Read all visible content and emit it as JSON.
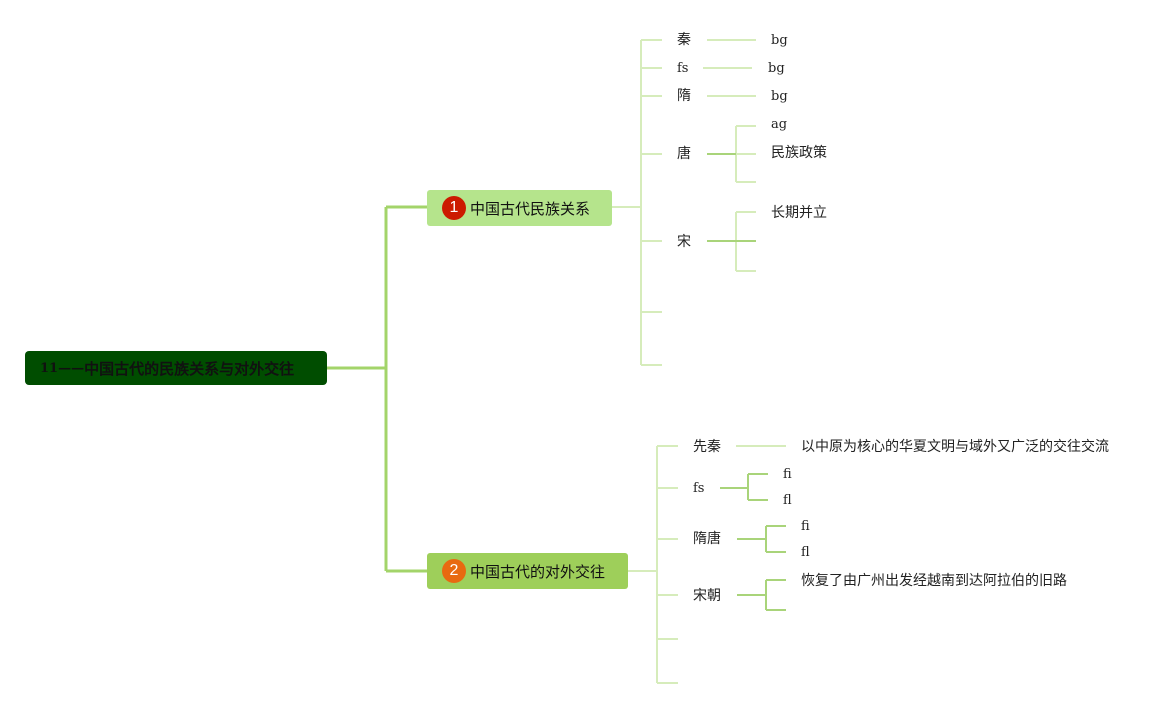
{
  "root": {
    "number": "11",
    "dash": "——",
    "title": "中国古代的民族关系与对外交往"
  },
  "branches": [
    {
      "badge": "1",
      "label": "中国古代民族关系",
      "children": [
        {
          "label": "秦",
          "leaves": [
            "bg"
          ]
        },
        {
          "label": "fs",
          "leaves": [
            "bg"
          ]
        },
        {
          "label": "隋",
          "leaves": [
            "bg"
          ]
        },
        {
          "label": "唐",
          "leaves": [
            "ag",
            "民族政策",
            ""
          ]
        },
        {
          "label": "宋",
          "leaves": [
            "长期并立",
            "",
            ""
          ]
        },
        {
          "label": "",
          "leaves": []
        },
        {
          "label": "",
          "leaves": []
        }
      ]
    },
    {
      "badge": "2",
      "label": "中国古代的对外交往",
      "children": [
        {
          "label": "先秦",
          "leaves": [
            "以中原为核心的华夏文明与域外又广泛的交往交流"
          ]
        },
        {
          "label": "fs",
          "leaves": [
            "fi",
            "fl"
          ]
        },
        {
          "label": "隋唐",
          "leaves": [
            "fi",
            "fl"
          ]
        },
        {
          "label": "宋朝",
          "leaves": [
            "恢复了由广州出发经越南到达阿拉伯的旧路",
            ""
          ]
        },
        {
          "label": "",
          "leaves": []
        },
        {
          "label": "",
          "leaves": []
        }
      ]
    }
  ],
  "colors": {
    "root_fill": "#004d00",
    "branch1_fill": "#b5e48c",
    "branch2_fill": "#9ecf5a",
    "badge1": "#cc1a00",
    "badge2": "#e86a10",
    "connector_main": "#9ecf5a",
    "connector_sub": "#d6ecbb",
    "connector_leaf": "#a9d47a"
  }
}
